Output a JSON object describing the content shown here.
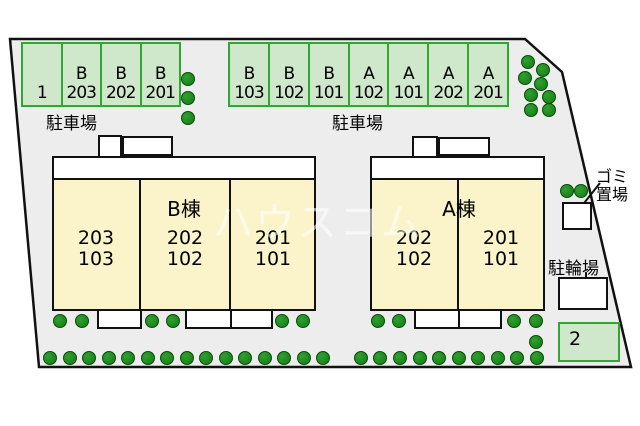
{
  "watermark": "ハウスコム",
  "labels": {
    "parking_lot": "駐車場",
    "garbage_line1": "ゴミ",
    "garbage_line2": "置場",
    "bicycle": "駐輪場",
    "space2": "2"
  },
  "parking_groups": [
    {
      "name": "parking-group-left",
      "spaces": [
        {
          "letter": "",
          "number": "1"
        },
        {
          "letter": "B",
          "number": "203"
        },
        {
          "letter": "B",
          "number": "202"
        },
        {
          "letter": "B",
          "number": "201"
        }
      ]
    },
    {
      "name": "parking-group-right",
      "spaces": [
        {
          "letter": "B",
          "number": "103"
        },
        {
          "letter": "B",
          "number": "102"
        },
        {
          "letter": "B",
          "number": "101"
        },
        {
          "letter": "A",
          "number": "102"
        },
        {
          "letter": "A",
          "number": "101"
        },
        {
          "letter": "A",
          "number": "202"
        },
        {
          "letter": "A",
          "number": "201"
        }
      ]
    }
  ],
  "buildings": [
    {
      "name": "B棟",
      "units": [
        {
          "upper": "203",
          "lower": "103"
        },
        {
          "upper": "202",
          "lower": "102"
        },
        {
          "upper": "201",
          "lower": "101"
        }
      ]
    },
    {
      "name": "A棟",
      "units": [
        {
          "upper": "202",
          "lower": "102"
        },
        {
          "upper": "201",
          "lower": "101"
        }
      ]
    }
  ],
  "colors": {
    "site_fill": "#ededed",
    "outline": "#111111",
    "parking_fill": "#cfe8cb",
    "parking_border": "#2fa82f",
    "building_fill": "#fbf4ca",
    "tree_green": "#157815"
  },
  "trees": {
    "diameter": 14,
    "positions": [
      [
        188,
        79
      ],
      [
        188,
        98
      ],
      [
        188,
        118
      ],
      [
        528,
        62
      ],
      [
        543,
        70
      ],
      [
        525,
        78
      ],
      [
        541,
        84
      ],
      [
        531,
        95
      ],
      [
        549,
        97
      ],
      [
        531,
        110
      ],
      [
        549,
        110
      ],
      [
        567,
        191
      ],
      [
        581,
        191
      ],
      [
        60,
        321
      ],
      [
        82,
        321
      ],
      [
        152,
        321
      ],
      [
        173,
        321
      ],
      [
        282,
        321
      ],
      [
        303,
        321
      ],
      [
        378,
        321
      ],
      [
        399,
        321
      ],
      [
        514,
        321
      ],
      [
        536,
        321
      ],
      [
        536,
        342
      ],
      [
        50,
        358
      ],
      [
        70,
        358
      ],
      [
        89,
        358
      ],
      [
        109,
        358
      ],
      [
        128,
        358
      ],
      [
        148,
        358
      ],
      [
        167,
        358
      ],
      [
        187,
        358
      ],
      [
        206,
        358
      ],
      [
        226,
        358
      ],
      [
        245,
        358
      ],
      [
        265,
        358
      ],
      [
        284,
        358
      ],
      [
        304,
        358
      ],
      [
        323,
        358
      ],
      [
        361,
        358
      ],
      [
        380,
        358
      ],
      [
        400,
        358
      ],
      [
        420,
        358
      ],
      [
        439,
        358
      ],
      [
        459,
        358
      ],
      [
        478,
        358
      ],
      [
        498,
        358
      ],
      [
        517,
        358
      ],
      [
        537,
        358
      ]
    ]
  }
}
